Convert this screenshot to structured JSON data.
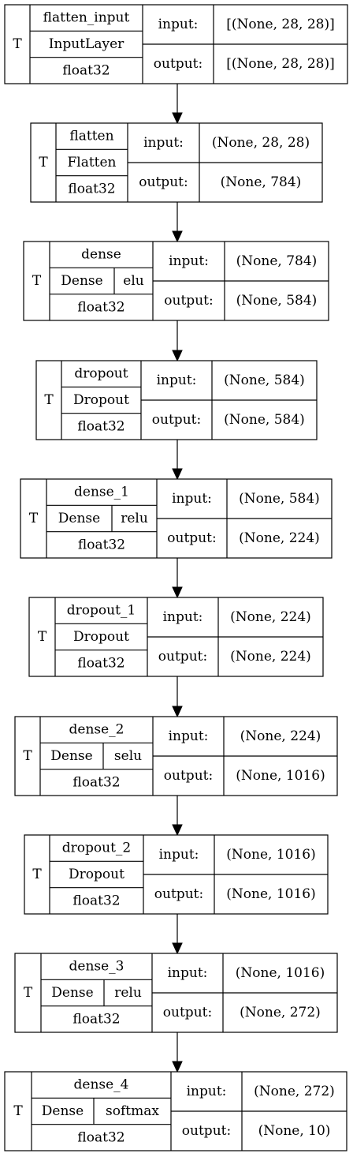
{
  "trainable_marker": "T",
  "io": {
    "input_label": "input:",
    "output_label": "output:"
  },
  "layers": [
    {
      "name": "flatten_input",
      "type": "InputLayer",
      "activation": "",
      "dtype": "float32",
      "input_shape": "[(None, 28, 28)]",
      "output_shape": "[(None, 28, 28)]"
    },
    {
      "name": "flatten",
      "type": "Flatten",
      "activation": "",
      "dtype": "float32",
      "input_shape": "(None, 28, 28)",
      "output_shape": "(None, 784)"
    },
    {
      "name": "dense",
      "type": "Dense",
      "activation": "elu",
      "dtype": "float32",
      "input_shape": "(None, 784)",
      "output_shape": "(None, 584)"
    },
    {
      "name": "dropout",
      "type": "Dropout",
      "activation": "",
      "dtype": "float32",
      "input_shape": "(None, 584)",
      "output_shape": "(None, 584)"
    },
    {
      "name": "dense_1",
      "type": "Dense",
      "activation": "relu",
      "dtype": "float32",
      "input_shape": "(None, 584)",
      "output_shape": "(None, 224)"
    },
    {
      "name": "dropout_1",
      "type": "Dropout",
      "activation": "",
      "dtype": "float32",
      "input_shape": "(None, 224)",
      "output_shape": "(None, 224)"
    },
    {
      "name": "dense_2",
      "type": "Dense",
      "activation": "selu",
      "dtype": "float32",
      "input_shape": "(None, 224)",
      "output_shape": "(None, 1016)"
    },
    {
      "name": "dropout_2",
      "type": "Dropout",
      "activation": "",
      "dtype": "float32",
      "input_shape": "(None, 1016)",
      "output_shape": "(None, 1016)"
    },
    {
      "name": "dense_3",
      "type": "Dense",
      "activation": "relu",
      "dtype": "float32",
      "input_shape": "(None, 1016)",
      "output_shape": "(None, 272)"
    },
    {
      "name": "dense_4",
      "type": "Dense",
      "activation": "softmax",
      "dtype": "float32",
      "input_shape": "(None, 272)",
      "output_shape": "(None, 10)"
    }
  ]
}
